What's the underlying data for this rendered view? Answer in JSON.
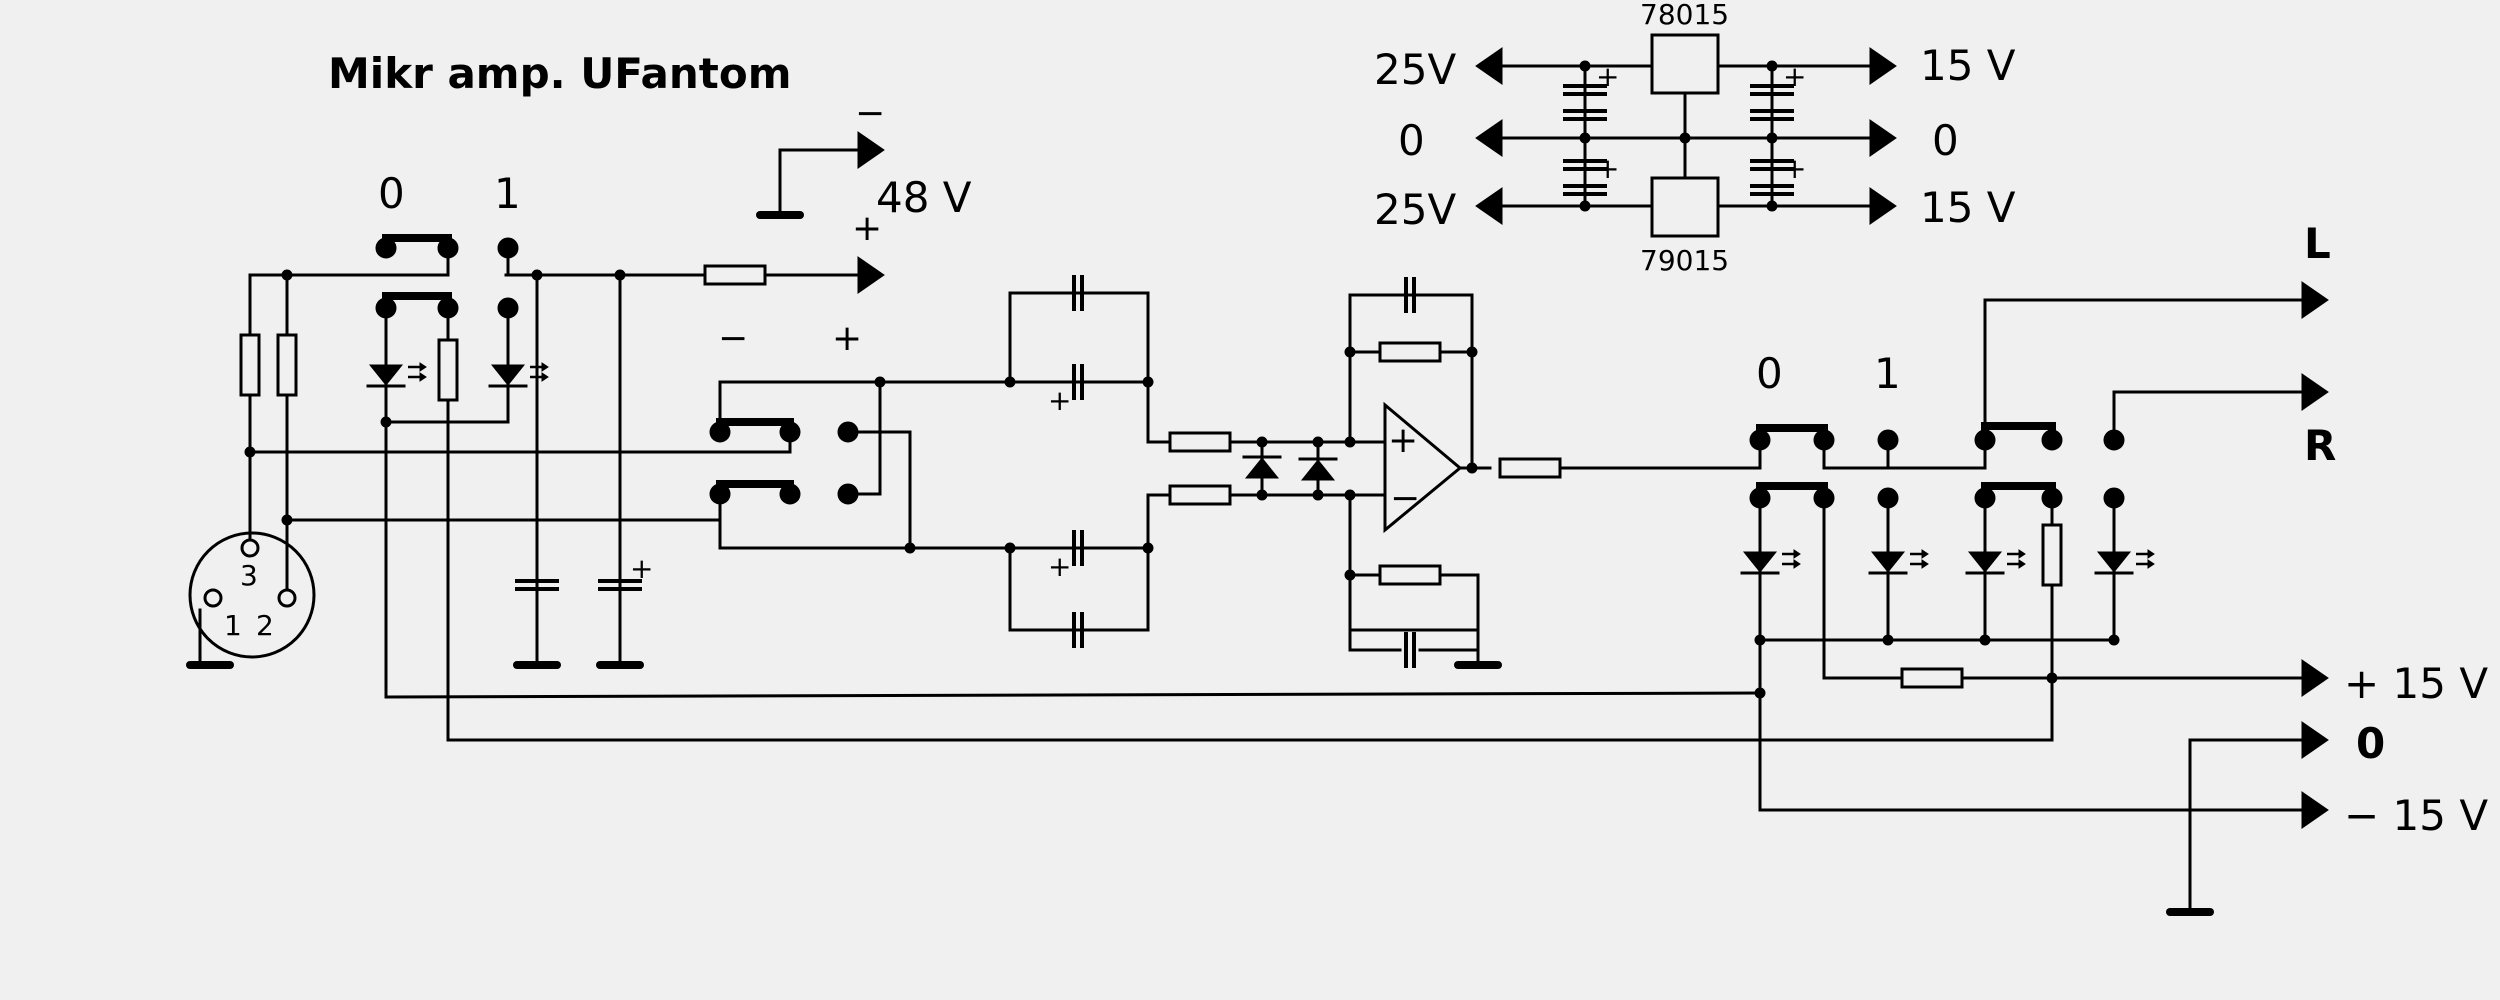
{
  "title": "Mikr amp. UFantom",
  "phantom": {
    "minus": "−",
    "plus": "+",
    "voltage": "48 V"
  },
  "switch_states": {
    "off": "0",
    "on": "1"
  },
  "polarity": {
    "minus": "−",
    "plus": "+"
  },
  "xlr_pins": {
    "p1": "1",
    "p2": "2",
    "p3": "3"
  },
  "cap_plus": "+",
  "opamp": {
    "plus": "+",
    "minus": "−"
  },
  "supply": {
    "regulator_pos": "78015",
    "regulator_neg": "79015",
    "in_pos": "25V",
    "in_zero": "0",
    "in_neg": "25V",
    "out_pos": "15 V",
    "out_zero": "0",
    "out_neg": "15 V"
  },
  "outputs": {
    "left": "L",
    "right": "R",
    "plus15": "+ 15 V",
    "zero": "0",
    "minus15": "−  15 V"
  },
  "colors": {
    "background": "#f0f0f0",
    "ink": "#000000"
  }
}
